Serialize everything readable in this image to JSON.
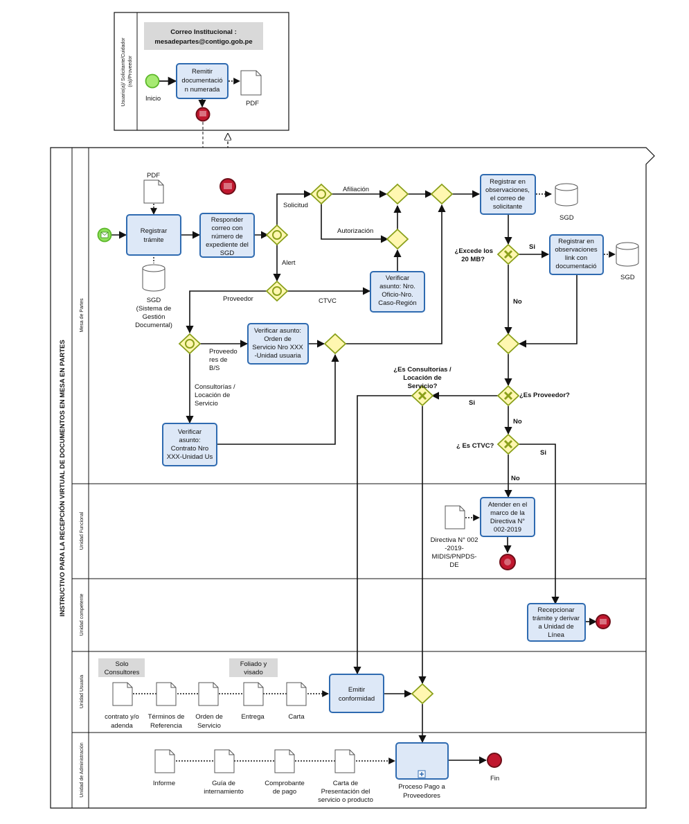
{
  "title": "INSTRUCTIVO PARA LA RECEPCIÓN VIRTUAL DE DOCUMENTOS EN MESA EN PARTES",
  "top_pool": {
    "lane": [
      "Usuario(a)/ Solicitante/Cuidador",
      "(ra)/Proveedor"
    ],
    "note": [
      "Correo Institucional :",
      "mesadepartes@contigo.gob.pe"
    ],
    "start": "Inicio",
    "task": [
      "Remitir",
      "documentació",
      "n numerada"
    ],
    "doc": "PDF"
  },
  "lanes": [
    "Mesa de Partes",
    "Unidad Funcional",
    "Unidad competente",
    "Unidad Usuaria",
    "Unidad de Administración"
  ],
  "tasks": {
    "registrar": [
      "Registrar",
      "trámite"
    ],
    "responder": [
      "Responder",
      "correo con",
      "número de",
      "expediente del",
      "SGD"
    ],
    "verificar_oficio": [
      "Verificar",
      "asunto: Nro.",
      "Oficio-Nro.",
      "Caso-Región"
    ],
    "verificar_orden": [
      "Verificar asunto:",
      "Orden de",
      "Servicio Nro XXX",
      "-Unidad usuaria"
    ],
    "verificar_contrato": [
      "Verificar",
      "asunto:",
      "Contrato Nro",
      "XXX-Unidad Us"
    ],
    "registrar_obs": [
      "Registrar en",
      "observaciones,",
      "el correo de",
      "solicitante"
    ],
    "registrar_link": [
      "Registrar en",
      "observaciones",
      "link con",
      "documentació"
    ],
    "atender": [
      "Atender en el",
      "marco de la",
      "Directiva N°",
      "002-2019"
    ],
    "recepcionar": [
      "Recepcionar",
      "trámite y derivar",
      "a Unidad de",
      "Línea"
    ],
    "emitir": [
      "Emitir",
      "conformidad"
    ],
    "pago": [
      "Proceso Pago a",
      "Proveedores"
    ]
  },
  "docs": {
    "pdf": "PDF",
    "sgd_main": [
      "SGD",
      "(Sistema de",
      "Gestión",
      "Documental)"
    ],
    "sgd": "SGD",
    "directiva": [
      "Directiva N° 002",
      "-2019-",
      "MIDIS/PNPDS-",
      "DE"
    ],
    "contrato": [
      "contrato y/o",
      "adenda"
    ],
    "terminos": [
      "Términos de",
      "Referencia"
    ],
    "orden": [
      "Orden de",
      "Servicio"
    ],
    "entrega": "Entrega",
    "carta": "Carta",
    "informe": "Informe",
    "guia": [
      "Guía de",
      "internamiento"
    ],
    "comprobante": [
      "Comprobante",
      "de pago"
    ],
    "carta_pres": [
      "Carta de",
      "Presentación del",
      "servicio o producto"
    ]
  },
  "notes": {
    "solo": [
      "Solo",
      "Consultores"
    ],
    "foliado": [
      "Foliado y",
      "visado"
    ]
  },
  "flow_labels": {
    "solicitud": "Solicitud",
    "afiliacion": "Afiliación",
    "autorizacion": "Autorización",
    "alert": "Alert",
    "proveedor": "Proveedor",
    "ctvc": "CTVC",
    "proveedores_bs": [
      "Proveedo",
      "res de",
      "B/S"
    ],
    "consultorias": [
      "Consultorías  /",
      "Locación de",
      "Servicio"
    ]
  },
  "questions": {
    "excede": [
      "¿Excede los",
      "20 MB?"
    ],
    "si1": "Si",
    "no1": "No",
    "es_consult": [
      "¿Es Consultorías  /",
      "Locación de",
      "Servicio?"
    ],
    "es_proveedor": "¿Es Proveedor?",
    "si2": "Si",
    "no2": "No",
    "es_ctvc": "¿ Es CTVC?",
    "si3": "Si",
    "no3": "No"
  },
  "end": "Fin",
  "colors": {
    "task_fill": "#dde8f7",
    "task_stroke": "#2e6ab0",
    "gateway_fill": "#fff7b0",
    "gateway_stroke": "#8aa01a",
    "start": "#8ee05a",
    "end": "#b0152a",
    "note": "#d9d9d9"
  }
}
